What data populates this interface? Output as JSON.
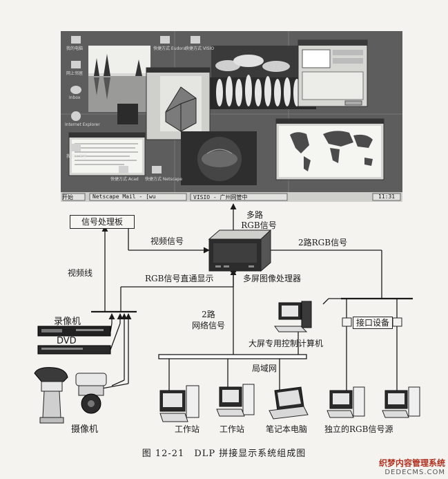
{
  "screen": {
    "desktop_icons": [
      "我的电脑",
      "网上邻居",
      "Inbox",
      "Internet Explorer",
      "我的公文包"
    ],
    "shortcut_labels": [
      "快捷方式 Eudora",
      "快捷方式 VISIO",
      "快捷方式 Acad",
      "快捷方式 Netscape"
    ],
    "taskbar": {
      "start": "开始",
      "tasks": [
        "Netscape Mail - [wu",
        "VISIO - 广州网管中"
      ],
      "clock": "11:31"
    }
  },
  "nodes": {
    "signal_board": "信号处理板",
    "processor": "多屏图像处理器",
    "control_pc": "大屏专用控制计算机",
    "interface": "接口设备",
    "lan": "局域网",
    "recorder": "录像机",
    "dvd": "DVD",
    "camera": "摄像机",
    "workstation1": "工作站",
    "workstation2": "工作站",
    "laptop": "笔记本电脑",
    "rgb_sources": "独立的RGB信号源"
  },
  "edges": {
    "multi_rgb_line1": "多路",
    "multi_rgb_line2": "RGB信号",
    "video_signal": "视频信号",
    "two_rgb": "2路RGB信号",
    "video_line": "视频线",
    "rgb_direct": "RGB信号直通显示",
    "net_line1": "2路",
    "net_line2": "网络信号"
  },
  "caption": "图 12-21　DLP 拼接显示系统组成图",
  "watermark": {
    "line1": "织梦内容管理系统",
    "line2": "DEDECMS.COM"
  }
}
